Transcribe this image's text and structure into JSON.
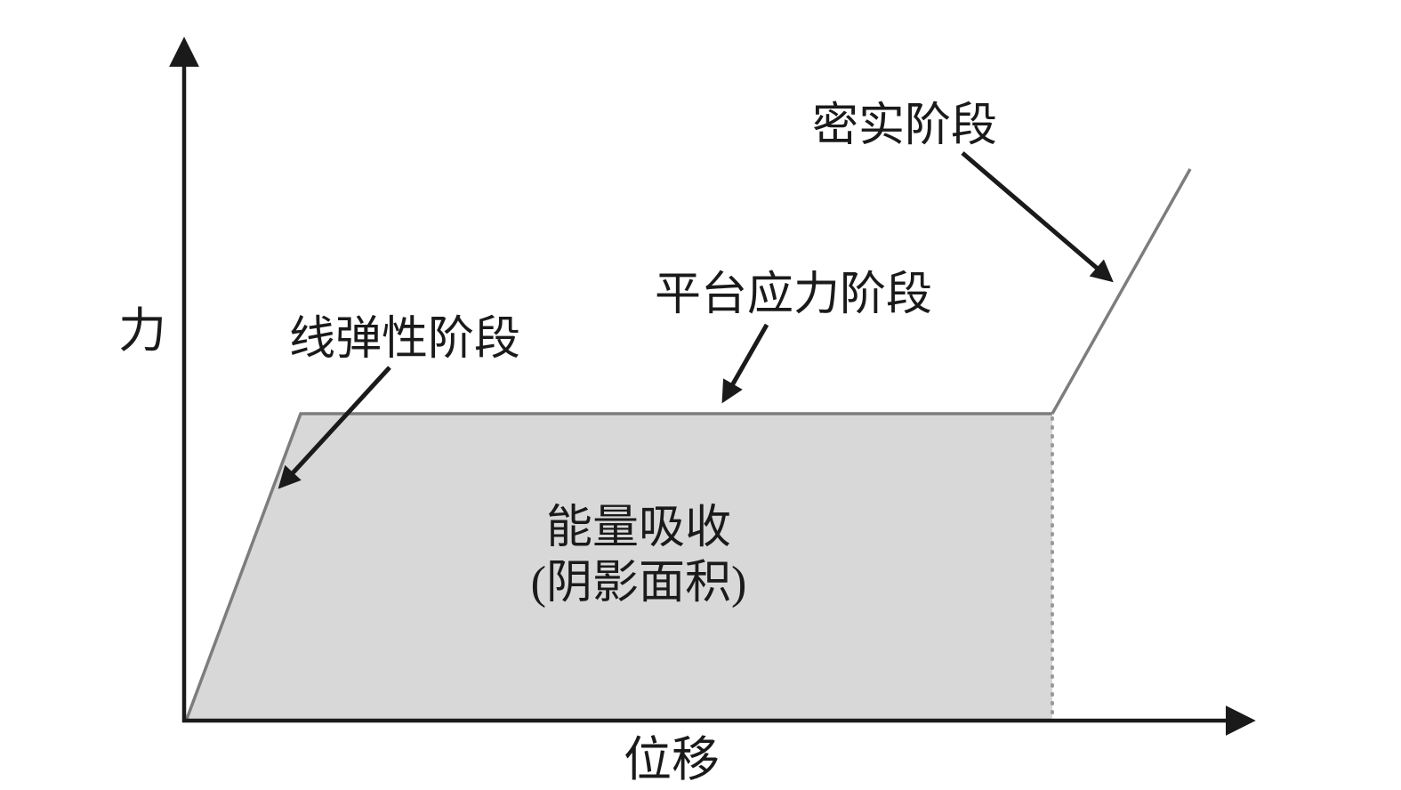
{
  "chart": {
    "ylabel": "力",
    "xlabel": "位移",
    "labels": {
      "elastic": "线弹性阶段",
      "plateau": "平台应力阶段",
      "densification": "密实阶段",
      "energy_line1": "能量吸收",
      "energy_line2": "(阴影面积)"
    },
    "colors": {
      "shade": "#d8d8d8",
      "curve": "#7d7d7d",
      "dotted": "#9a9a9a",
      "axis": "#1a1a1a",
      "text": "#1a1a1a"
    }
  },
  "chart_data": {
    "type": "line",
    "title": "",
    "xlabel": "位移",
    "ylabel": "力",
    "axes_numeric": false,
    "x": [
      0,
      0.11,
      0.81,
      0.94
    ],
    "y": [
      0,
      0.45,
      0.45,
      0.81
    ],
    "series": [
      {
        "name": "force-displacement-curve",
        "points_normalized": [
          {
            "x": 0.0,
            "y": 0.0
          },
          {
            "x": 0.11,
            "y": 0.45
          },
          {
            "x": 0.81,
            "y": 0.45
          },
          {
            "x": 0.94,
            "y": 0.81
          }
        ]
      }
    ],
    "stages": [
      {
        "label": "线弹性阶段",
        "segment": "linear rise from origin to plateau level"
      },
      {
        "label": "平台应力阶段",
        "segment": "flat plateau at constant force"
      },
      {
        "label": "密实阶段",
        "segment": "steep rise after plateau end"
      }
    ],
    "shaded_region": {
      "label": "能量吸收 (阴影面积)",
      "description": "area under curve from origin to end of plateau, bounded by dotted vertical line"
    },
    "grid": false,
    "legend": false
  }
}
